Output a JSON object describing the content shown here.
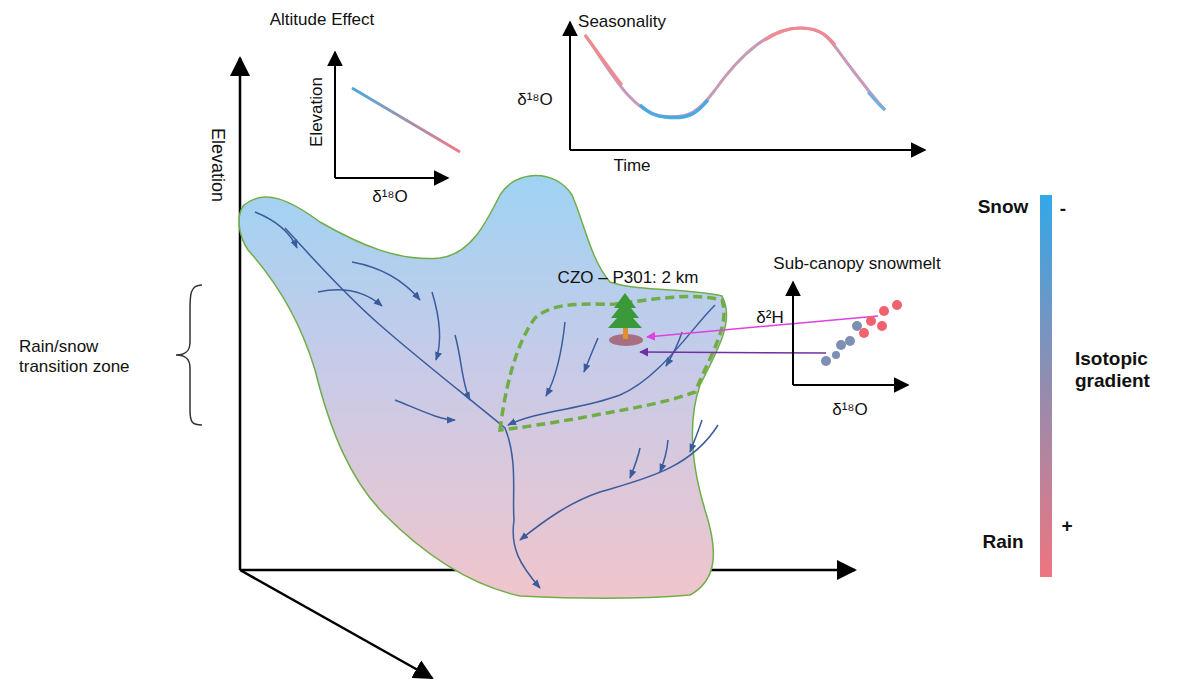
{
  "diagram": {
    "labels": [
      "Elevation",
      "Altitude Effect",
      "Elevation",
      "δ¹⁸O",
      "Seasonality",
      "δ¹⁸O",
      "Time",
      "Rain/snow transition zone",
      "CZO – P301: 2 km",
      "Sub-canopy snowmelt",
      "δ²H",
      "δ¹⁸O",
      "Snow",
      "-",
      "Isotopic gradient",
      "Rain",
      "+"
    ]
  }
}
